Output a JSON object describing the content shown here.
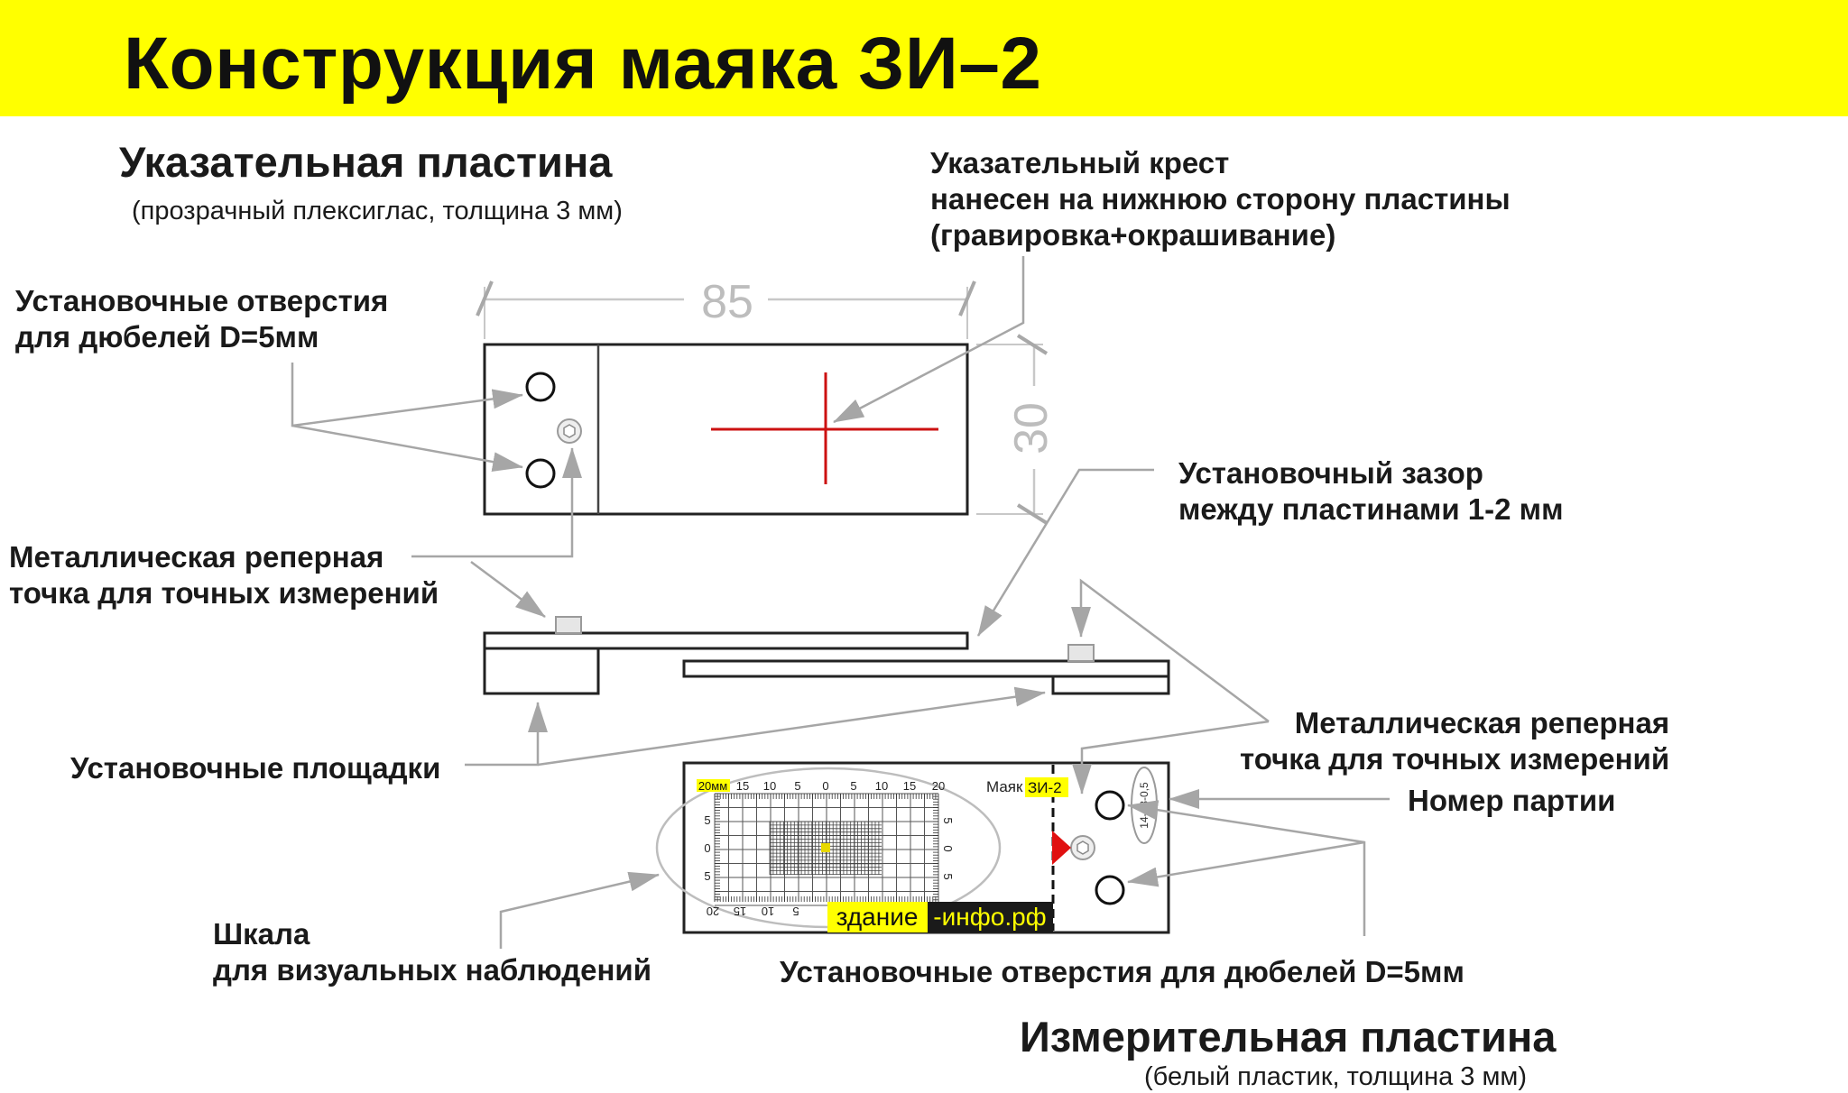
{
  "title": "Конструкция маяка ЗИ–2",
  "pointer_plate": {
    "heading": "Указательная пластина",
    "subheading": "(прозрачный плексиглас, толщина 3 мм)",
    "width": "85",
    "height": "30"
  },
  "measuring_plate": {
    "heading": "Измерительная пластина",
    "subheading": "(белый пластик, толщина 3 мм)"
  },
  "labels": {
    "cross": [
      "Указательный крест",
      "нанесен на нижнюю сторону пластины",
      "(гравировка+окрашивание)"
    ],
    "holes_top": [
      "Установочные отверстия",
      "для дюбелей D=5мм"
    ],
    "gap": [
      "Установочный зазор",
      "между пластинами 1-2 мм"
    ],
    "ref_point_left": [
      "Металлическая реперная",
      "точка для точных измерений"
    ],
    "pads": "Установочные площадки",
    "ref_point_right": [
      "Металлическая реперная",
      "точка для точных измерений"
    ],
    "batch": "Номер партии",
    "scale": [
      "Шкала",
      "для визуальных наблюдений"
    ],
    "holes_bottom": "Установочные отверстия для дюбелей D=5мм"
  },
  "scale": {
    "unit_label": "20мм",
    "top_ticks": [
      "15",
      "10",
      "5",
      "0",
      "5",
      "10",
      "15",
      "20"
    ],
    "bottom_ticks": [
      "20",
      "15",
      "10",
      "5"
    ],
    "left_ticks": [
      "5",
      "0",
      "5"
    ],
    "right_ticks": [
      "5",
      "0",
      "5"
    ]
  },
  "plate_marking": {
    "brand": "Маяк",
    "model": "ЗИ-2",
    "batch_number": "14-03-0,5",
    "website_part1": "здание",
    "website_part2": "-инфо.рф"
  },
  "colors": {
    "banner": "#ffff00",
    "cross": "#cc1111",
    "marker": "#e01010",
    "highlight": "#ffff00",
    "arrows": "#a6a6a6"
  }
}
